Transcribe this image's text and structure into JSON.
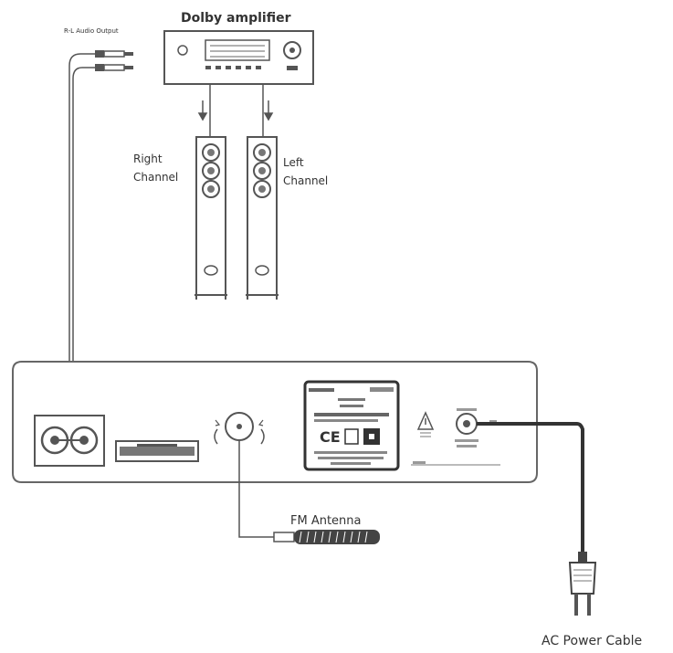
{
  "labels": {
    "rl_audio_output": "R-L Audio Output",
    "dolby_amplifier": "Dolby amplifier",
    "right_channel_line1": "Right",
    "right_channel_line2": "Channel",
    "left_channel_line1": "Left",
    "left_channel_line2": "Channel",
    "fm_antenna": "FM Antenna",
    "ac_power_cable": "AC Power Cable"
  },
  "colors": {
    "line": "#555555",
    "cable": "#333333",
    "fill_dark": "#444444",
    "background": "#ffffff"
  }
}
